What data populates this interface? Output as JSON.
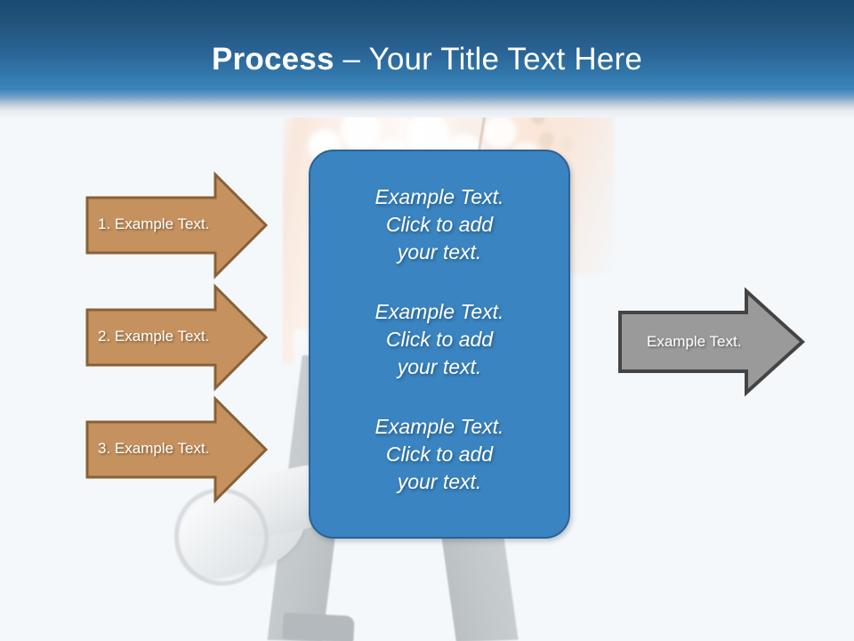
{
  "slide": {
    "background_color": "#f4f8fb",
    "photo_description": "faded background photo of a person holding a megaphone"
  },
  "header": {
    "title_bold": "Process",
    "title_rest": " – Your Title Text Here",
    "gradient_top": "#1a4a73",
    "gradient_mid": "#3a85bd",
    "gradient_bottom": "#f1f5f9",
    "text_color": "#ffffff"
  },
  "left_arrows": {
    "fill": "#c5925f",
    "stroke": "#8a6036",
    "items": [
      {
        "label": "1.  Example Text."
      },
      {
        "label": "2.  Example Text."
      },
      {
        "label": "3.  Example Text."
      }
    ]
  },
  "center_box": {
    "fill": "#3a85c1",
    "stroke": "#2a6296",
    "paragraphs": [
      "Example Text.\nClick  to add\nyour text.",
      "Example Text.\nClick  to add\nyour text.",
      "Example Text.\nClick  to add\nyour text."
    ]
  },
  "right_arrow": {
    "fill": "#9a9a9a",
    "stroke": "#444444",
    "label": "Example Text."
  }
}
